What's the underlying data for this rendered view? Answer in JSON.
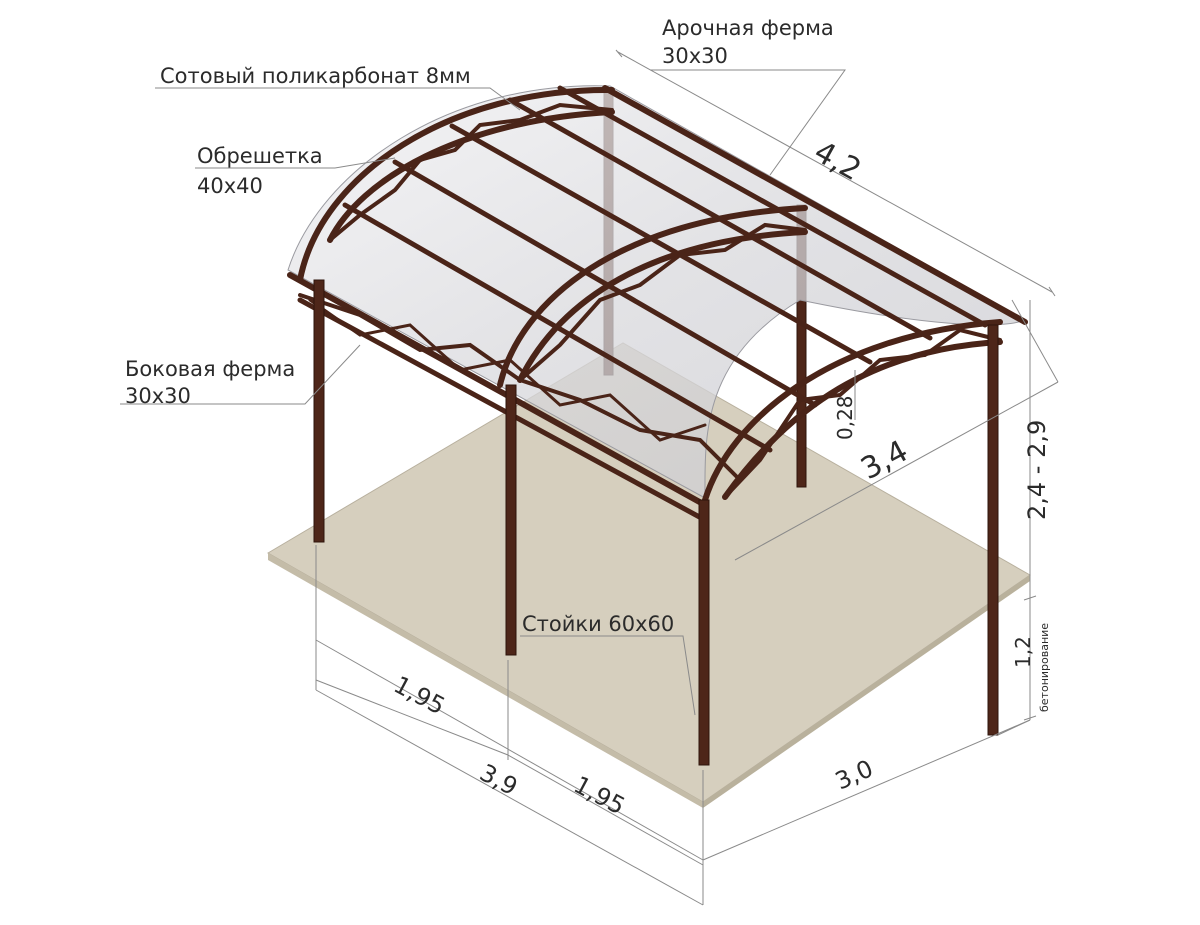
{
  "diagram": {
    "labels": {
      "arch_truss": {
        "name": "Арочная ферма",
        "size": "30х30"
      },
      "polycarbonate": "Сотовый поликарбонат 8мм",
      "lathing": {
        "name": "Обрешетка",
        "size": "40х40"
      },
      "side_truss": {
        "name": "Боковая ферма",
        "size": "30х30"
      },
      "posts": "Стойки 60х60"
    },
    "dimensions": {
      "roof_length": "4,2",
      "roof_width": "3,4",
      "arch_height": "0,28",
      "post_height": "2,4 - 2,9",
      "concrete_depth": "1,2",
      "concrete_label": "бетонирование",
      "left_span": "1,95",
      "right_span": "1,95",
      "total_length": "3,9",
      "base_width": "3,0"
    },
    "colors": {
      "steel": "#4a2418",
      "roof": "#d9d9dc",
      "ground": "#d6cfbe"
    }
  }
}
